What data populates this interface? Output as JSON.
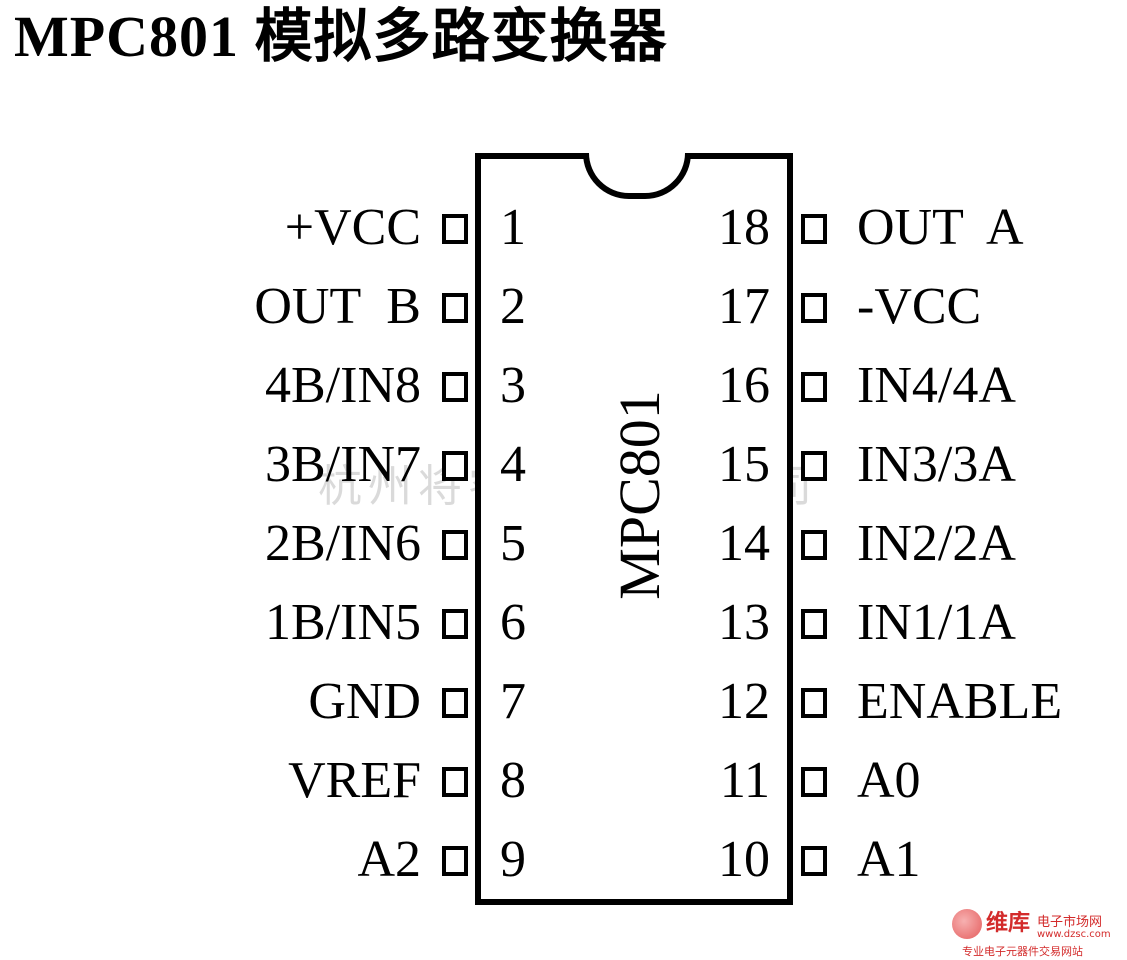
{
  "title": "MPC801 模拟多路变换器",
  "chip_label": "MPC801",
  "watermark": "杭州将睿科技有限公司",
  "logo": {
    "text": "维库",
    "sub": "电子市场网",
    "url": "www.dzsc.com",
    "bottom": "专业电子元器件交易网站"
  },
  "left_pins": [
    {
      "num": "1",
      "name": "+VCC"
    },
    {
      "num": "2",
      "name": "OUT  B"
    },
    {
      "num": "3",
      "name": "4B/IN8"
    },
    {
      "num": "4",
      "name": "3B/IN7"
    },
    {
      "num": "5",
      "name": "2B/IN6"
    },
    {
      "num": "6",
      "name": "1B/IN5"
    },
    {
      "num": "7",
      "name": "GND"
    },
    {
      "num": "8",
      "name": "VREF"
    },
    {
      "num": "9",
      "name": "A2"
    }
  ],
  "right_pins": [
    {
      "num": "18",
      "name": "OUT  A"
    },
    {
      "num": "17",
      "name": "-VCC"
    },
    {
      "num": "16",
      "name": "IN4/4A"
    },
    {
      "num": "15",
      "name": "IN3/3A"
    },
    {
      "num": "14",
      "name": "IN2/2A"
    },
    {
      "num": "13",
      "name": "IN1/1A"
    },
    {
      "num": "12",
      "name": "ENABLE"
    },
    {
      "num": "11",
      "name": "A0"
    },
    {
      "num": "10",
      "name": "A1"
    }
  ]
}
